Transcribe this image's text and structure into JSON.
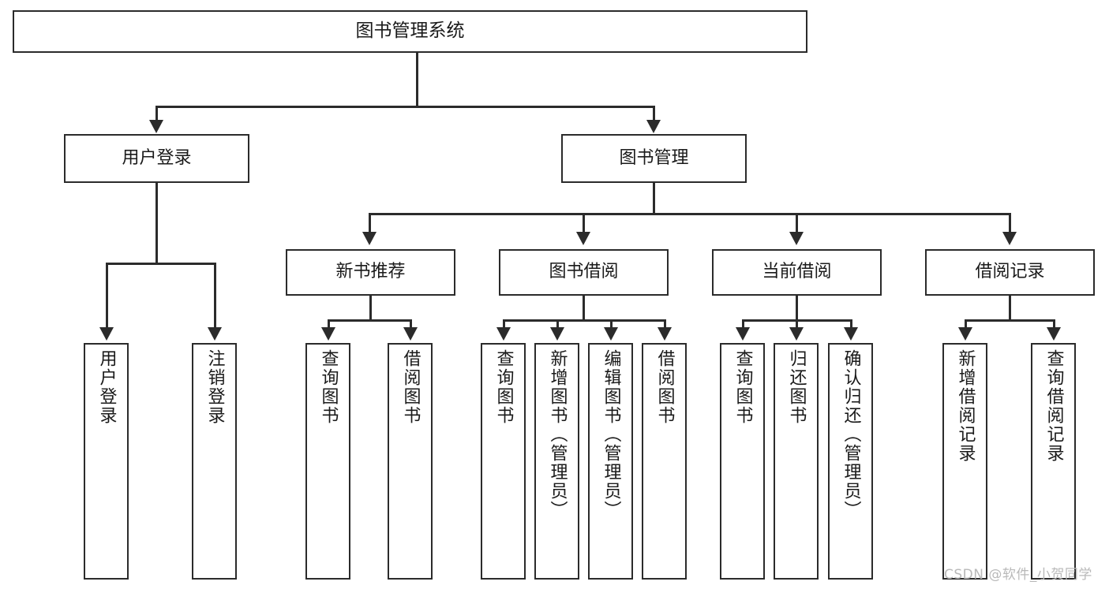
{
  "diagram": {
    "title_node": {
      "label": "图书管理系统"
    },
    "level2": [
      {
        "label": "用户登录"
      },
      {
        "label": "图书管理"
      }
    ],
    "level3": [
      {
        "label": "新书推荐"
      },
      {
        "label": "图书借阅"
      },
      {
        "label": "当前借阅"
      },
      {
        "label": "借阅记录"
      }
    ],
    "leaves": [
      {
        "label": "用户登录"
      },
      {
        "label": "注销登录"
      },
      {
        "label": "查询图书"
      },
      {
        "label": "借阅图书"
      },
      {
        "label": "查询图书"
      },
      {
        "label": "新增图书（管理员）"
      },
      {
        "label": "编辑图书（管理员）"
      },
      {
        "label": "借阅图书"
      },
      {
        "label": "查询图书"
      },
      {
        "label": "归还图书"
      },
      {
        "label": "确认归还（管理员）"
      },
      {
        "label": "新增借阅记录"
      },
      {
        "label": "查询借阅记录"
      }
    ]
  },
  "watermark": {
    "text": "CSDN @软件_小贺同学"
  },
  "colors": {
    "stroke": "#2b2b2b",
    "text": "#1a1a1a",
    "background": "#ffffff",
    "watermark": "#b9b9b9"
  }
}
